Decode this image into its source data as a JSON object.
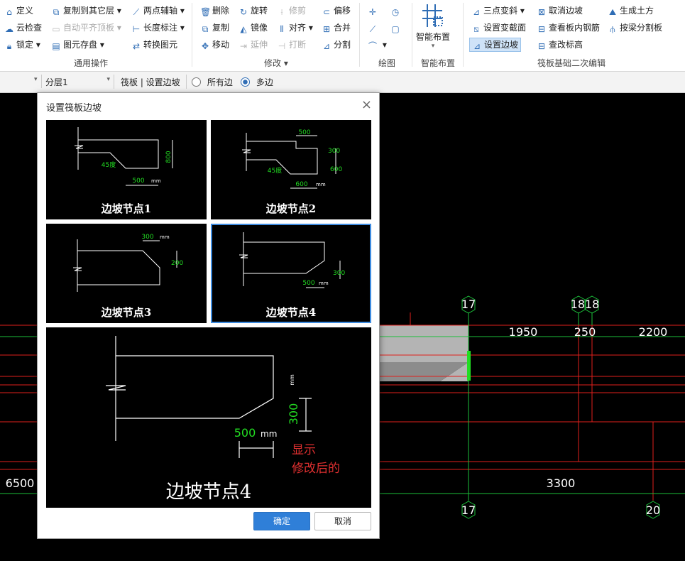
{
  "ribbon": {
    "general": {
      "define": "定义",
      "copy_to_layer": "复制到其它层",
      "two_point_axis": "两点辅轴",
      "cloud_check": "云检查",
      "auto_flush_top": "自动平齐顶板",
      "length_dim": "长度标注",
      "lock": "锁定",
      "element_save": "图元存盘",
      "convert_element": "转换图元",
      "group_label": "通用操作"
    },
    "modify": {
      "delete": "删除",
      "rotate": "旋转",
      "trim": "修剪",
      "offset": "偏移",
      "copy": "复制",
      "mirror": "镜像",
      "align": "对齐",
      "merge": "合并",
      "move": "移动",
      "extend": "延伸",
      "break": "打断",
      "split": "分割",
      "group_label": "修改"
    },
    "draw": {
      "group_label": "绘图"
    },
    "smart": {
      "smart_layout": "智能布置",
      "group_label": "智能布置"
    },
    "raft": {
      "three_point_slope": "三点变斜",
      "cancel_slope": "取消边坡",
      "generate_earthwork": "生成土方",
      "set_slope_face": "设置变截面",
      "view_rebar": "查看板内钢筋",
      "split_by_beam": "按梁分割板",
      "set_slope": "设置边坡",
      "change_elevation": "查改标高",
      "group_label": "筏板基础二次编辑"
    }
  },
  "toolbar": {
    "layer_value": "分层1",
    "breadcrumb": "筏板 | 设置边坡",
    "radio_all": "所有边",
    "radio_multi": "多边"
  },
  "cad": {
    "axis_17_top": "17",
    "axis_1818": "1818",
    "axis_17_bottom": "17",
    "axis_20": "20",
    "dim_1950": "1950",
    "dim_250": "250",
    "dim_2200": "2200",
    "dim_6500": "6500",
    "dim_3300": "3300"
  },
  "dialog": {
    "title": "设置筏板边坡",
    "close_glyph": "×",
    "node1": {
      "label": "边坡节点1",
      "dim_800": "800",
      "dim_500": "500",
      "unit": "mm",
      "angle": "45度"
    },
    "node2": {
      "label": "边坡节点2",
      "dim_500": "500",
      "dim_300": "300",
      "dim_600a": "600",
      "dim_600b": "600",
      "unit": "mm",
      "angle": "45度"
    },
    "node3": {
      "label": "边坡节点3",
      "dim_300": "300",
      "dim_200": "200",
      "unit": "mm"
    },
    "node4": {
      "label": "边坡节点4",
      "dim_300": "300",
      "dim_500": "500",
      "unit": "mm"
    },
    "preview": {
      "label": "边坡节点4",
      "dim_500": "500",
      "dim_300": "300",
      "unit": "mm",
      "note_line1": "显示",
      "note_line2": "修改后的"
    },
    "ok": "确定",
    "cancel": "取消"
  },
  "colors": {
    "accent": "#2f7fd8",
    "dim_green": "#22dd22",
    "axis_red": "#e0201c",
    "axis_green": "#1bbf3a",
    "note_red": "#e03030"
  }
}
